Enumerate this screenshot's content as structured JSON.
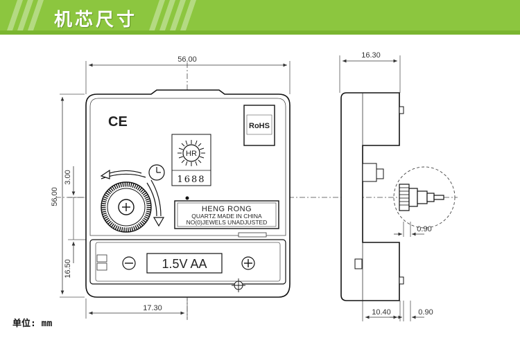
{
  "header": {
    "title": "机芯尺寸",
    "bg_color": "#8cc63f"
  },
  "dimensions": {
    "width_top": "56.00",
    "depth_top": "16.30",
    "height_left": "56.00",
    "offset_3": "3.00",
    "offset_1650": "16.50",
    "width_1730": "17.30",
    "depth_1040": "10.40",
    "shaft_090_side": "0.90",
    "shaft_090_bottom": "0.90"
  },
  "labels": {
    "ce_mark": "CE",
    "rohs": "RoHS",
    "hr_logo": "HR",
    "model_no": "1688",
    "brand": "HENG RONG",
    "made_in": "QUARTZ  MADE IN CHINA",
    "jewels": "NO(0)JEWELS UNADJUSTED",
    "battery": "1.5V AA"
  },
  "footer": {
    "unit_note": "单位: mm"
  }
}
